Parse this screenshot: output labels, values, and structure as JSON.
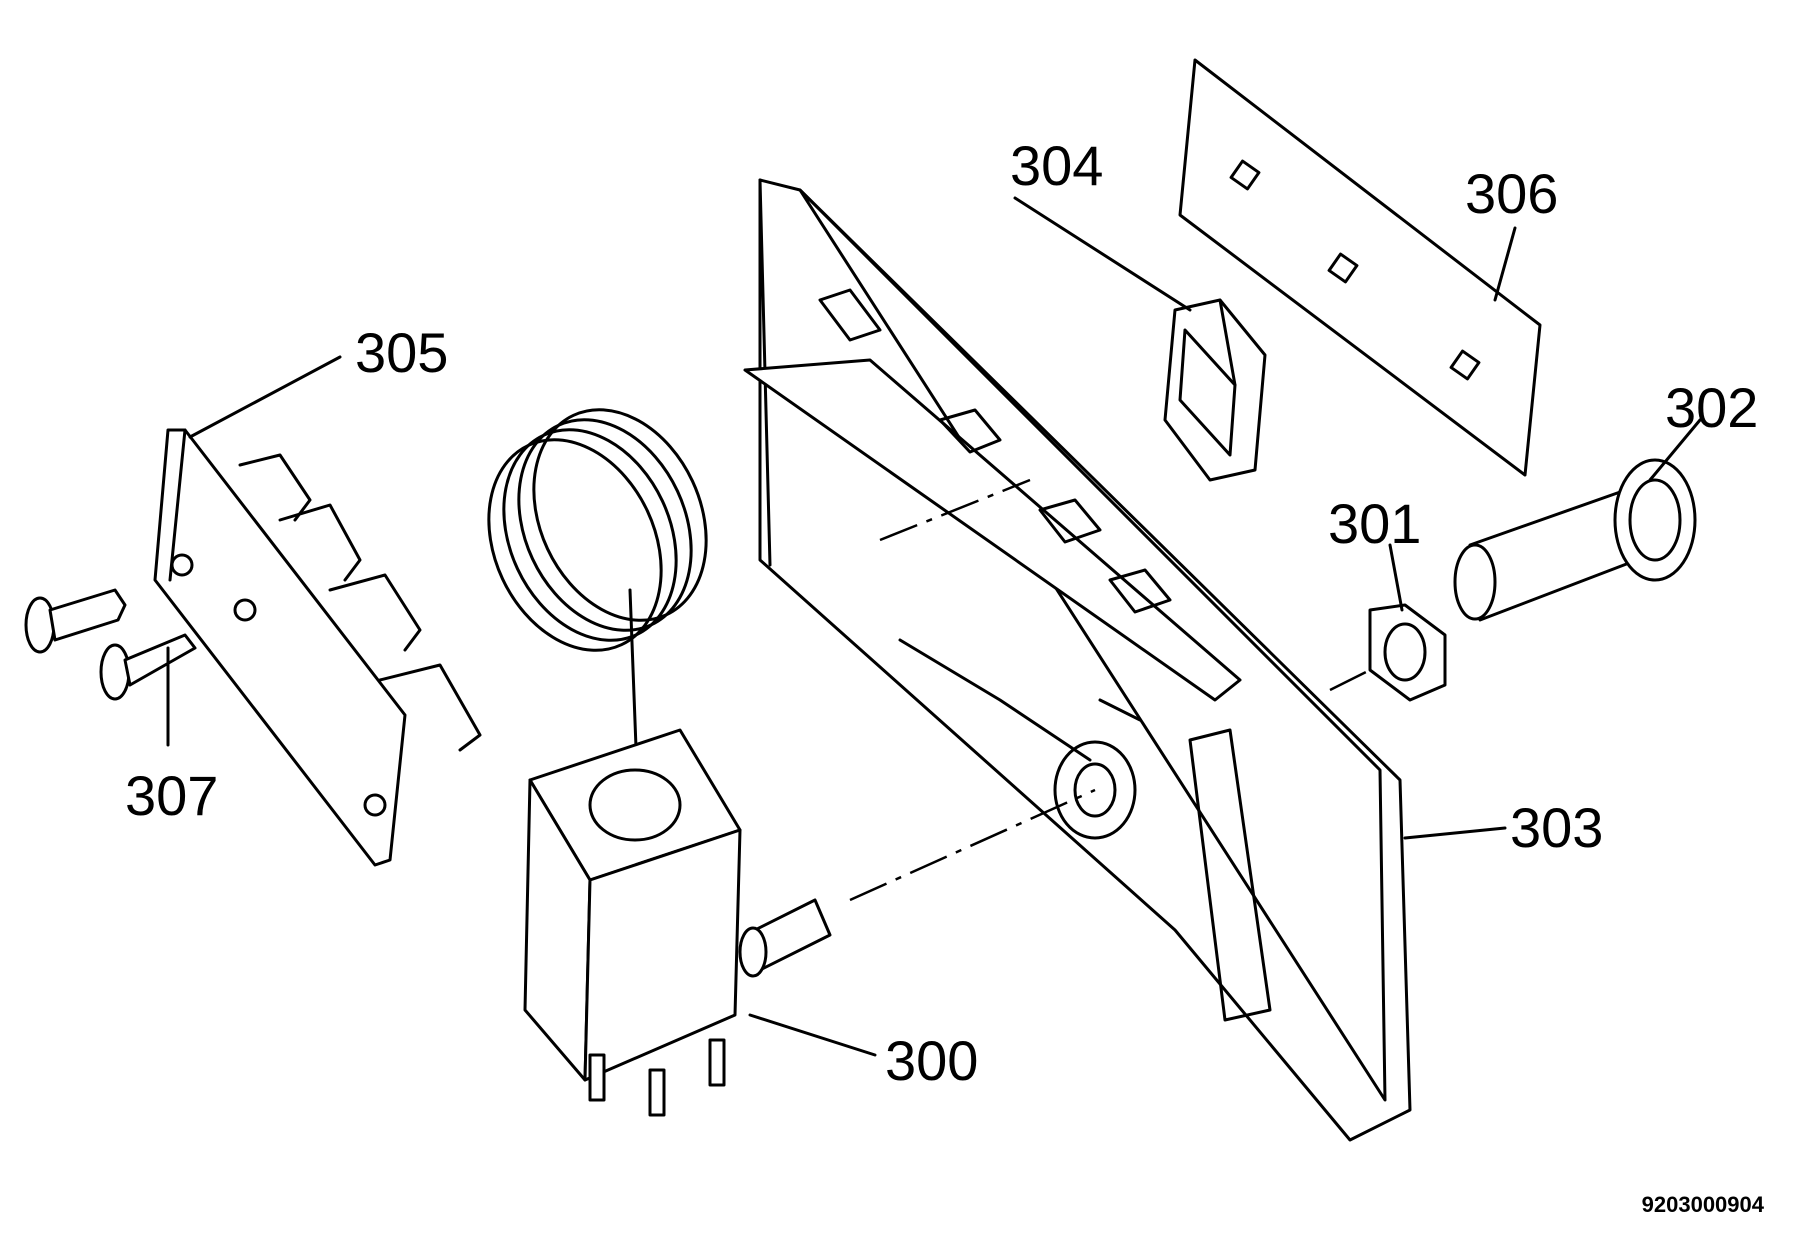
{
  "diagram": {
    "labels": {
      "p300": "300",
      "p301": "301",
      "p302": "302",
      "p303": "303",
      "p304": "304",
      "p305": "305",
      "p306": "306",
      "p307": "307"
    },
    "document_number": "9203000904"
  }
}
